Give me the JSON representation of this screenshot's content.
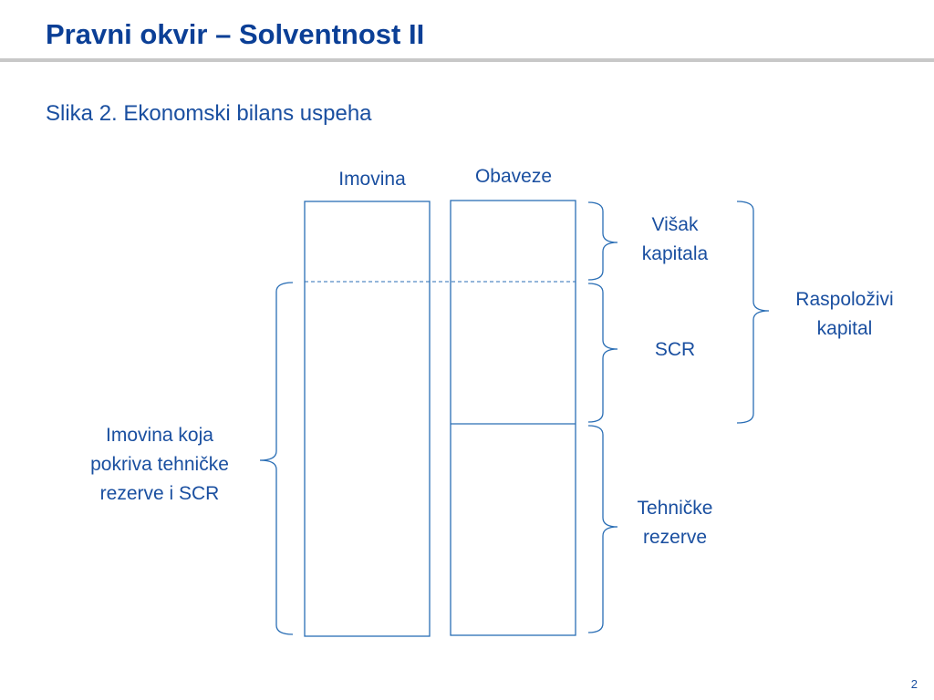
{
  "slide": {
    "title": "Pravni okvir – Solventnost II",
    "subtitle": "Slika 2. Ekonomski bilans uspeha",
    "page_number": "2"
  },
  "diagram": {
    "columns": {
      "assets": "Imovina",
      "liabilities": "Obaveze"
    },
    "labels": {
      "surplus_line1": "Višak",
      "surplus_line2": "kapitala",
      "scr": "SCR",
      "available_line1": "Raspoloživi",
      "available_line2": "kapital",
      "reserves_line1": "Tehničke",
      "reserves_line2": "rezerve",
      "assets_cover_line1": "Imovina koja",
      "assets_cover_line2": "pokriva tehničke",
      "assets_cover_line3": "rezerve i SCR"
    },
    "colors": {
      "title": "#0b3f96",
      "text": "#1a4fa0",
      "line": "#2a6eb5"
    }
  }
}
